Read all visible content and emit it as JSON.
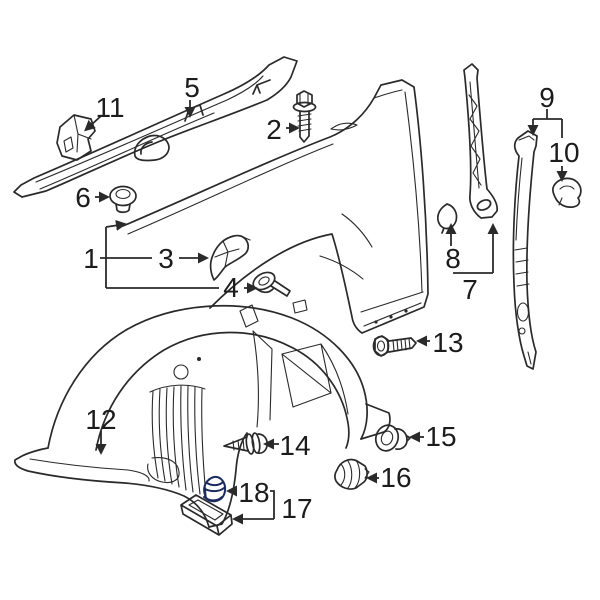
{
  "diagram": {
    "title": "Front fender, fender liner and fastener exploded parts diagram",
    "background": "#ffffff",
    "line_color": "#2a2a2a",
    "text_color": "#1c1c1c",
    "highlight_fill": "#3e63b4",
    "highlight_stroke": "#1b2a60",
    "highlighted_part": "18"
  },
  "callouts": [
    {
      "label": "1",
      "part": "fender"
    },
    {
      "label": "2",
      "part": "fender-bolt"
    },
    {
      "label": "3",
      "part": "fender-seal-bracket"
    },
    {
      "label": "4",
      "part": "fender-pin"
    },
    {
      "label": "5",
      "part": "cowl-side-strip"
    },
    {
      "label": "6",
      "part": "grommet"
    },
    {
      "label": "7",
      "part": "fender-brace"
    },
    {
      "label": "8",
      "part": "pad"
    },
    {
      "label": "9",
      "part": "rear-protector-strip"
    },
    {
      "label": "10",
      "part": "protector-clip"
    },
    {
      "label": "11",
      "part": "front-bracket"
    },
    {
      "label": "12",
      "part": "fender-liner"
    },
    {
      "label": "13",
      "part": "liner-bolt"
    },
    {
      "label": "14",
      "part": "liner-push-clip"
    },
    {
      "label": "15",
      "part": "liner-retainer"
    },
    {
      "label": "16",
      "part": "liner-nut-clip"
    },
    {
      "label": "17",
      "part": "support-bracket"
    },
    {
      "label": "18",
      "part": "highlighted-grommet"
    }
  ]
}
